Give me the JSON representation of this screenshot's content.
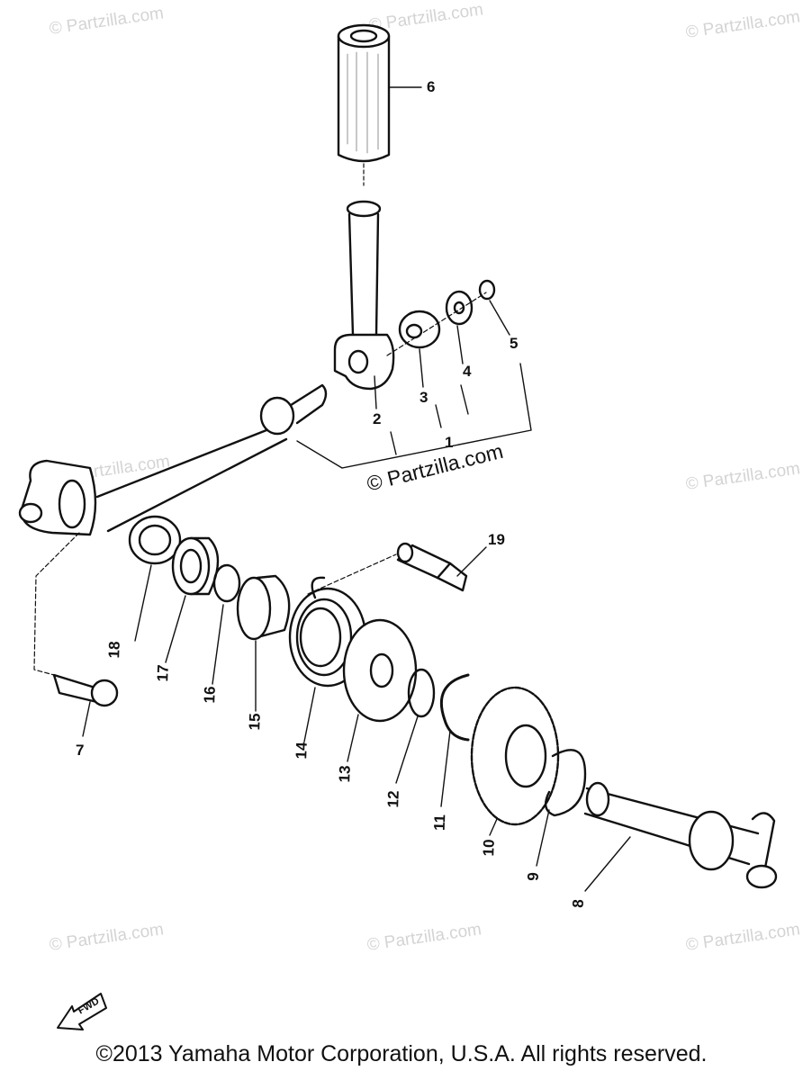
{
  "watermark_text": "© Partzilla.com",
  "center_watermark": "© Partzilla.com",
  "fwd_label": "FWD",
  "copyright": "©2013  Yamaha Motor Corporation, U.S.A. All rights reserved.",
  "callouts": {
    "c1": "1",
    "c2": "2",
    "c3": "3",
    "c4": "4",
    "c5": "5",
    "c6": "6",
    "c7": "7",
    "c8": "8",
    "c9": "9",
    "c10": "10",
    "c11": "11",
    "c12": "12",
    "c13": "13",
    "c14": "14",
    "c15": "15",
    "c16": "16",
    "c17": "17",
    "c18": "18",
    "c19": "19"
  }
}
